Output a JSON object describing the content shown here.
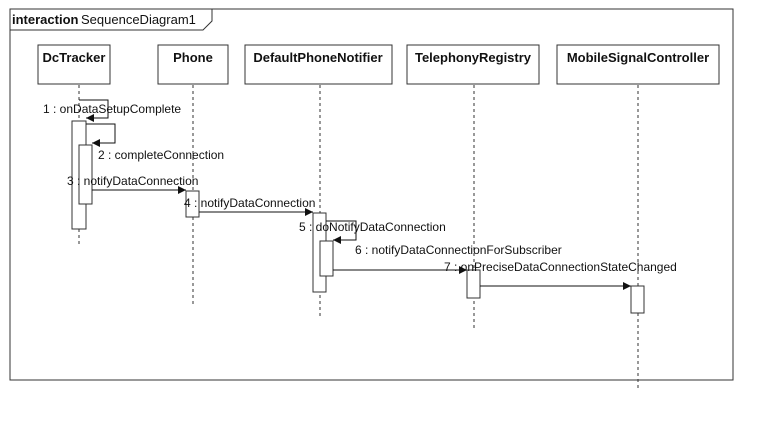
{
  "frame": {
    "keyword": "interaction",
    "name": "SequenceDiagram1"
  },
  "lifelines": [
    {
      "id": "dctracker",
      "label": "DcTracker"
    },
    {
      "id": "phone",
      "label": "Phone"
    },
    {
      "id": "defaultphonenotifier",
      "label": "DefaultPhoneNotifier"
    },
    {
      "id": "telephonyregistry",
      "label": "TelephonyRegistry"
    },
    {
      "id": "mobilesignalcontroller",
      "label": "MobileSignalController"
    }
  ],
  "messages": [
    {
      "id": "m1",
      "label": "1 : onDataSetupComplete",
      "from": "dctracker",
      "to": "dctracker"
    },
    {
      "id": "m2",
      "label": "2 : completeConnection",
      "from": "dctracker",
      "to": "dctracker"
    },
    {
      "id": "m3",
      "label": "3 : notifyDataConnection",
      "from": "dctracker",
      "to": "phone"
    },
    {
      "id": "m4",
      "label": "4 : notifyDataConnection",
      "from": "phone",
      "to": "defaultphonenotifier"
    },
    {
      "id": "m5",
      "label": "5 : doNotifyDataConnection",
      "from": "defaultphonenotifier",
      "to": "defaultphonenotifier"
    },
    {
      "id": "m6",
      "label": "6 : notifyDataConnectionForSubscriber",
      "from": "defaultphonenotifier",
      "to": "telephonyregistry"
    },
    {
      "id": "m7",
      "label": "7 : onPreciseDataConnectionStateChanged",
      "from": "telephonyregistry",
      "to": "mobilesignalcontroller"
    }
  ],
  "colors": {
    "line": "#333333",
    "box_fill": "#ffffff",
    "text": "#111111"
  }
}
